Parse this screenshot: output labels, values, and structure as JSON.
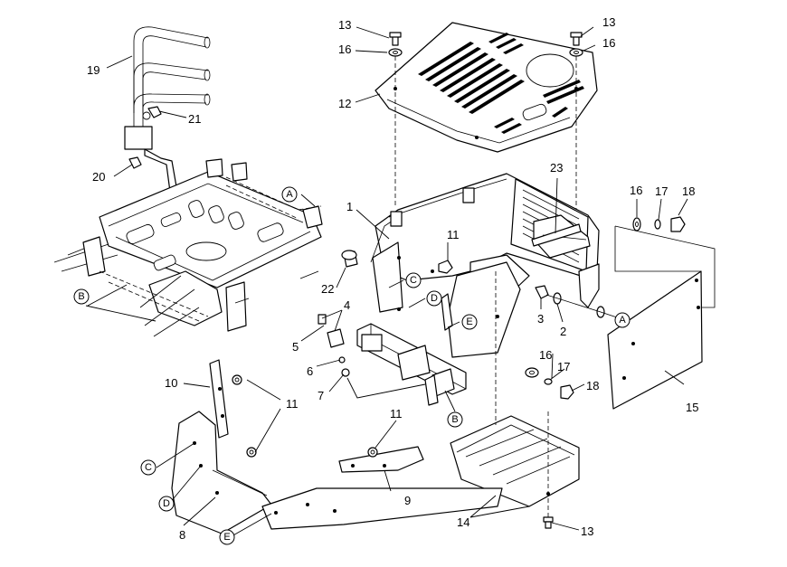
{
  "part_numbers": [
    "1",
    "2",
    "3",
    "4",
    "5",
    "6",
    "7",
    "8",
    "9",
    "10",
    "11",
    "11",
    "11",
    "12",
    "13",
    "13",
    "13",
    "14",
    "15",
    "16",
    "16",
    "16",
    "16",
    "17",
    "17",
    "18",
    "18",
    "19",
    "20",
    "21",
    "22",
    "23"
  ],
  "callouts": [
    "A",
    "A",
    "B",
    "B",
    "C",
    "C",
    "D",
    "D",
    "E",
    "E"
  ]
}
